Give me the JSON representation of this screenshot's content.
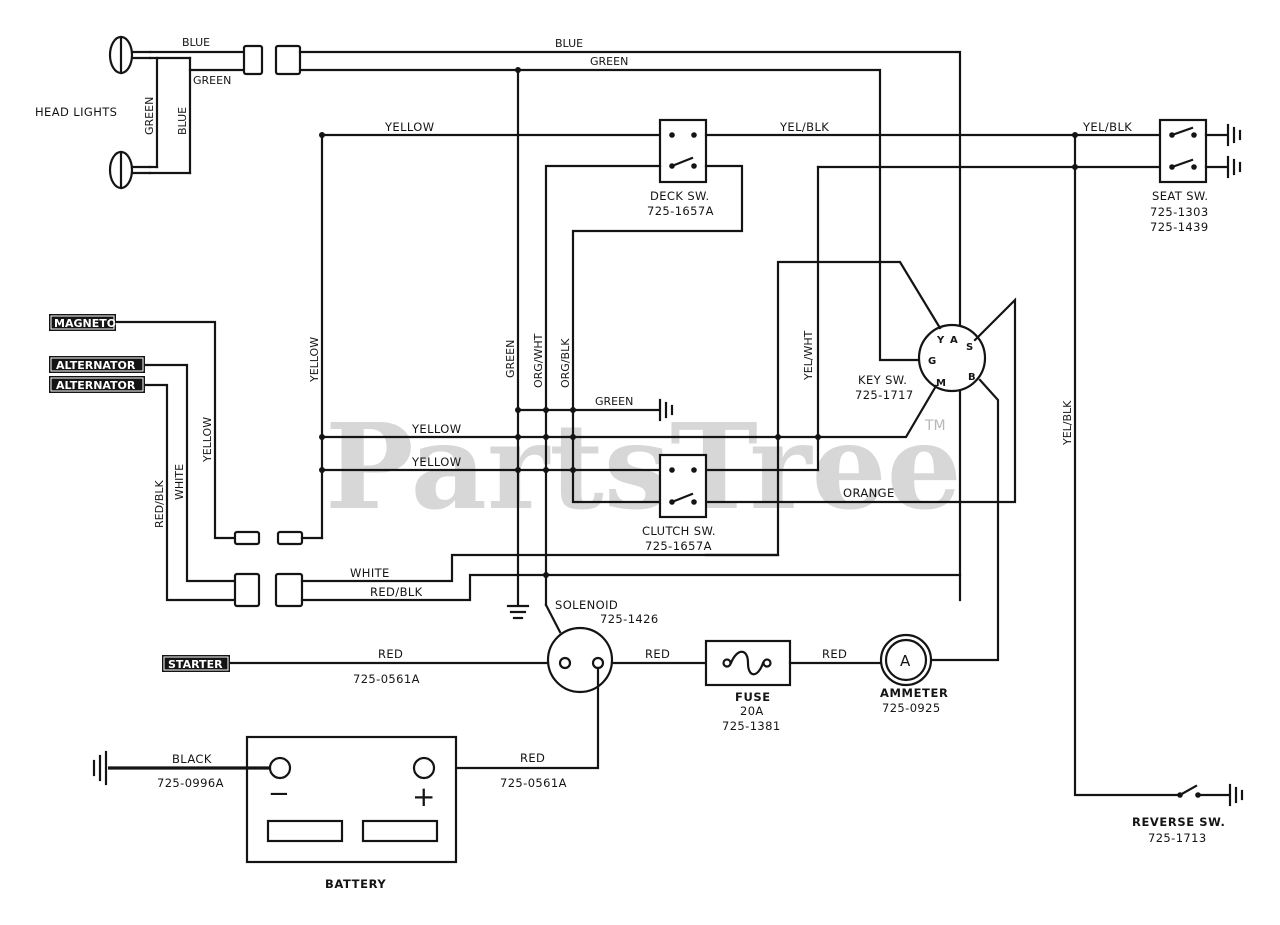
{
  "watermark": {
    "text": "PartsTree",
    "tm": "TM"
  },
  "components": {
    "headlights": "HEAD LIGHTS",
    "magneto": "MAGNETO",
    "alternator_1": "ALTERNATOR",
    "alternator_2": "ALTERNATOR",
    "starter": "STARTER",
    "deck_switch": {
      "name": "DECK SW.",
      "part": "725-1657A"
    },
    "clutch_switch": {
      "name": "CLUTCH SW.",
      "part": "725-1657A"
    },
    "seat_switch": {
      "name": "SEAT SW.",
      "part_1": "725-1303",
      "part_2": "725-1439"
    },
    "key_switch": {
      "name": "KEY SW.",
      "part": "725-1717",
      "pins": [
        "Y",
        "A",
        "S",
        "G",
        "M",
        "B"
      ]
    },
    "solenoid": {
      "name": "SOLENOID",
      "part": "725-1426"
    },
    "fuse": {
      "name": "FUSE",
      "rating": "20A",
      "part": "725-1381"
    },
    "ammeter": {
      "name": "AMMETER",
      "part": "725-0925",
      "symbol": "A"
    },
    "battery": {
      "name": "BATTERY",
      "minus": "−",
      "plus": "+"
    },
    "reverse_switch": {
      "name": "REVERSE SW.",
      "part": "725-1713"
    }
  },
  "wires": {
    "blue_head": "BLUE",
    "green_head": "GREEN",
    "green_vert": "GREEN",
    "blue_vert": "BLUE",
    "blue_top": "BLUE",
    "green_top": "GREEN",
    "yellow_top": "YELLOW",
    "yelblk_1": "YEL/BLK",
    "yelblk_2": "YEL/BLK",
    "yellow_vert": "YELLOW",
    "yellow_alt": "YELLOW",
    "redblk_vert": "RED/BLK",
    "white_vert": "WHITE",
    "green_mid": "GREEN",
    "orgwht": "ORG/WHT",
    "orgblk": "ORG/BLK",
    "yelwht": "YEL/WHT",
    "green_ground": "GREEN",
    "yellow_1": "YELLOW",
    "yellow_2": "YELLOW",
    "orange": "ORANGE",
    "white_low": "WHITE",
    "redblk_low": "RED/BLK",
    "yelblk_vert": "YEL/BLK",
    "red_starter": "RED",
    "red_starter_part": "725-0561A",
    "red_fuse": "RED",
    "red_ammeter": "RED",
    "black": "BLACK",
    "black_part": "725-0996A",
    "red_battery": "RED",
    "red_battery_part": "725-0561A"
  }
}
